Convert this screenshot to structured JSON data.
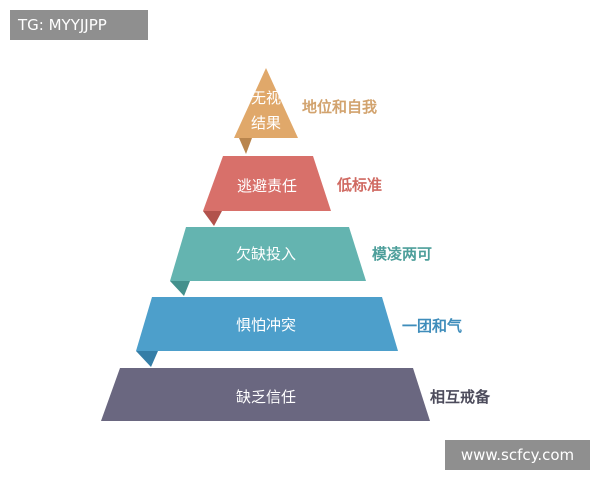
{
  "watermarks": {
    "top_left": "TG: MYYJJPP",
    "bottom_right": "www.scfcy.com"
  },
  "pyramid": {
    "levels": [
      {
        "inner_lines": [
          "无视",
          "结果"
        ],
        "side_label": "地位和自我",
        "color": "#e0a86a",
        "shadow": "#b9854d",
        "label_color": "#d2a36e"
      },
      {
        "inner_lines": [
          "逃避责任"
        ],
        "side_label": "低标准",
        "color": "#d8706a",
        "shadow": "#b2524c",
        "label_color": "#d06a62"
      },
      {
        "inner_lines": [
          "欠缺投入"
        ],
        "side_label": "模凌两可",
        "color": "#64b4b0",
        "shadow": "#43908c",
        "label_color": "#4e9f9b"
      },
      {
        "inner_lines": [
          "惧怕冲突"
        ],
        "side_label": "一团和气",
        "color": "#4d9fcb",
        "shadow": "#357ea7",
        "label_color": "#3f8dbb"
      },
      {
        "inner_lines": [
          "缺乏信任"
        ],
        "side_label": "相互戒备",
        "color": "#6a6780",
        "shadow": "#4e4b63",
        "label_color": "#4d4c5c"
      }
    ]
  }
}
